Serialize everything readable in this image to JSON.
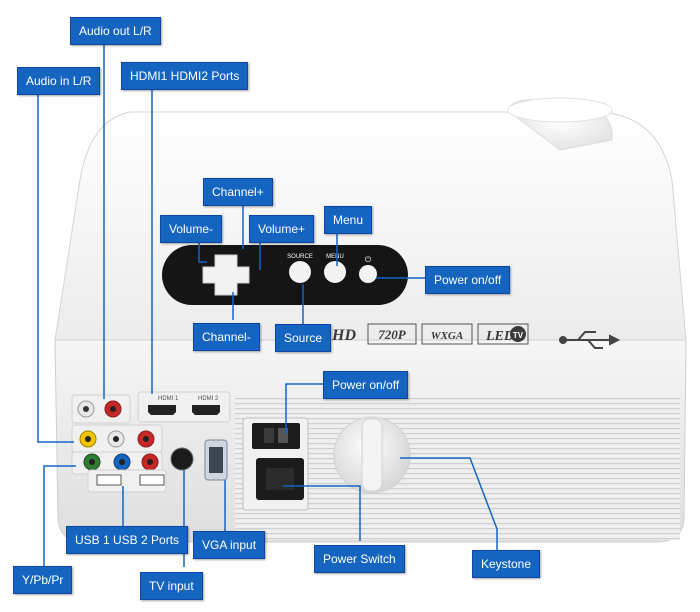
{
  "annotations": {
    "audio_out": "Audio out L/R",
    "audio_in": "Audio in L/R",
    "hdmi_ports": "HDMI1 HDMI2 Ports",
    "channel_plus": "Channel+",
    "volume_minus": "Volume-",
    "volume_plus": "Volume+",
    "menu": "Menu",
    "power_top": "Power on/off",
    "channel_minus": "Channel-",
    "source": "Source",
    "power_rear": "Power on/off",
    "usb_ports": "USB 1 USB 2 Ports",
    "vga_input": "VGA input",
    "power_switch": "Power Switch",
    "keystone": "Keystone",
    "ypbpr": "Y/Pb/Pr",
    "tv_input": "TV input"
  },
  "device": {
    "logos": [
      "HD",
      "720P",
      "WXGA",
      "LED",
      "TV"
    ],
    "panel_buttons": [
      "SOURCE",
      "MENU"
    ],
    "port_labels": [
      "HDMI 1",
      "HDMI 2"
    ]
  },
  "colors": {
    "label_bg": "#1565c0",
    "leader_line": "#1565c0",
    "device_body": "#f4f4f4",
    "control_panel": "#151515"
  }
}
